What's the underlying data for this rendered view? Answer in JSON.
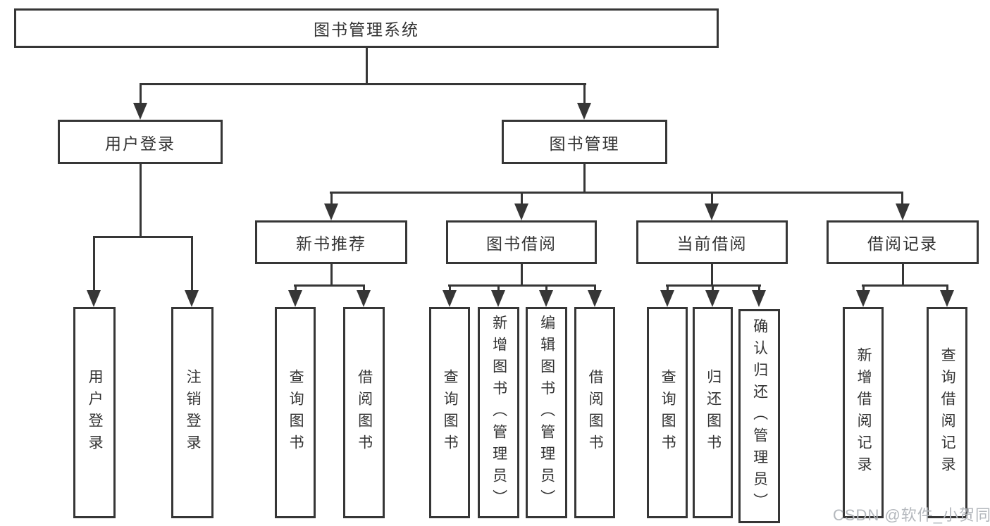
{
  "nodes": {
    "root": "图书管理系统",
    "user_login": "用户登录",
    "book_mgmt": "图书管理",
    "new_book_rec": "新书推荐",
    "book_borrow": "图书借阅",
    "current_borrow": "当前借阅",
    "borrow_records": "借阅记录",
    "ul_user_login": "用户登录",
    "ul_logout": "注销登录",
    "nbr_query_books": "查询图书",
    "nbr_borrow_books": "借阅图书",
    "bb_query_books": "查询图书",
    "bb_add_books": "新增图书（管理员）",
    "bb_edit_books": "编辑图书（管理员）",
    "bb_borrow_books": "借阅图书",
    "cb_query_books": "查询图书",
    "cb_return_books": "归还图书",
    "cb_confirm_return": "确认归还（管理员）",
    "br_add_record": "新增借阅记录",
    "br_query_record": "查询借阅记录"
  },
  "watermark": {
    "text": "CSDN @软件_小贺同学"
  },
  "colors": {
    "line": "#363636",
    "text": "#333333",
    "watermark": "#b4b8bd",
    "background": "#ffffff"
  }
}
